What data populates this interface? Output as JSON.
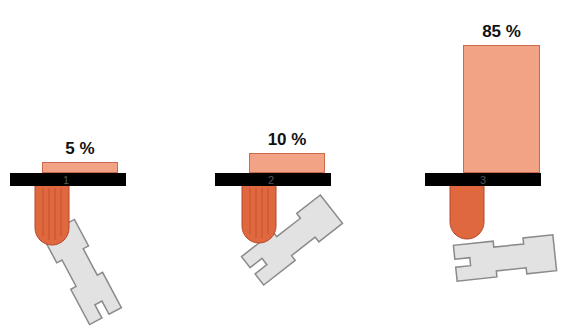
{
  "diagram": {
    "nodes": [
      {
        "text": [
          "5 %"
        ]
      },
      {
        "text": [
          "10 %"
        ]
      },
      {
        "text": [
          "85 %"
        ]
      }
    ],
    "labels": [
      "1",
      "2",
      "3"
    ]
  }
}
